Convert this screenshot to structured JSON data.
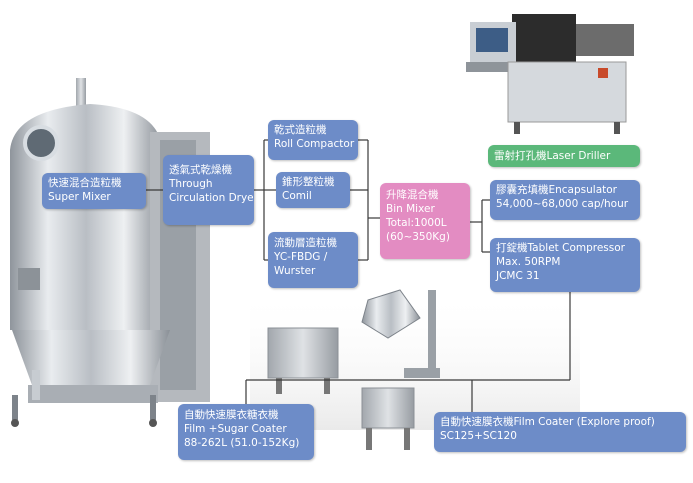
{
  "colors": {
    "node_blue": "#6d8cc8",
    "node_pink": "#e38cc2",
    "node_green": "#5bb87a",
    "connector": "#3a3a3a"
  },
  "nodes": {
    "super_mixer": {
      "zh": "快速混合造粒機",
      "en": "Super Mixer"
    },
    "dryer": {
      "zh": "透氣式乾燥機",
      "en1": "Through",
      "en2": "Circulation Drye"
    },
    "roll_compactor": {
      "zh": "乾式造粒機",
      "en": "Roll Compactor"
    },
    "comil": {
      "zh": "錐形整粒機",
      "en": "Comil"
    },
    "fbdg": {
      "zh": "流動層造粒機",
      "en1": "YC-FBDG /",
      "en2": "Wurster"
    },
    "bin_mixer": {
      "zh": "升降混合機",
      "en1": "Bin Mixer",
      "en2": "Total:1000L",
      "en3": "(60~350Kg)"
    },
    "laser_driller": {
      "text": "雷射打孔機Laser Driller"
    },
    "encapsulator": {
      "zh": "膠囊充填機Encapsulator",
      "en": "54,000~68,000 cap/hour"
    },
    "tablet_compressor": {
      "zh": "打錠機Tablet Compressor",
      "en1": "Max. 50RPM",
      "en2": "JCMC 31"
    },
    "sugar_coater": {
      "zh": "自動快速膜衣糖衣機",
      "en1": "Film +Sugar Coater",
      "en2": "88-262L (51.0-152Kg)"
    },
    "film_coater": {
      "zh": "自動快速膜衣機Film Coater (Explore proof)",
      "en": "SC125+SC120"
    }
  }
}
